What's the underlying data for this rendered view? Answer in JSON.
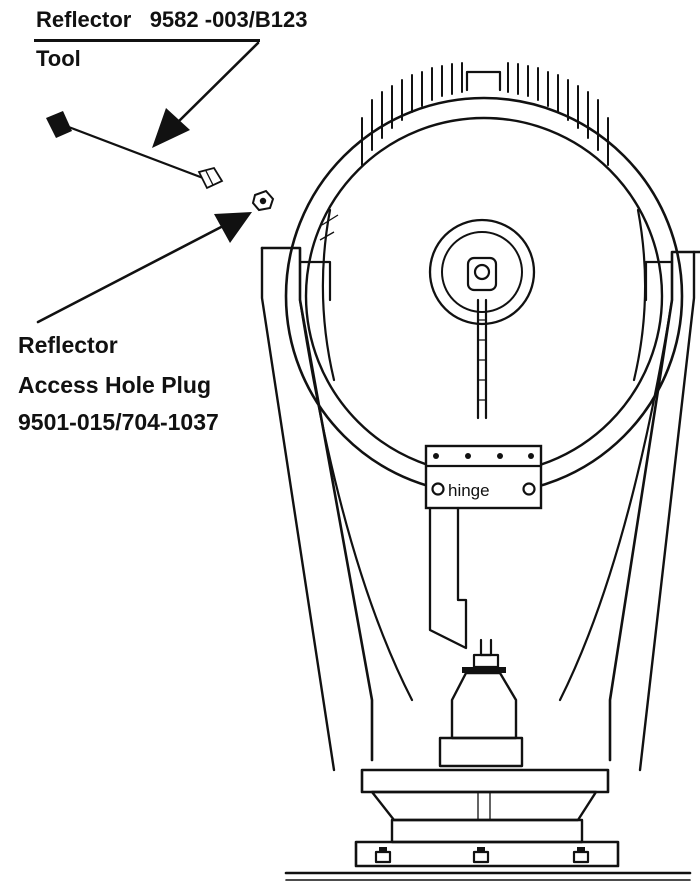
{
  "labels": {
    "top_line1": "Reflector   9582 -003/B123",
    "top_line2": "Tool",
    "plug_line1": "Reflector",
    "plug_line2": "Access Hole Plug",
    "plug_line3": "9501-015/704-1037",
    "hinge": "hinge"
  },
  "colors": {
    "ink": "#111111",
    "paper": "#ffffff"
  }
}
